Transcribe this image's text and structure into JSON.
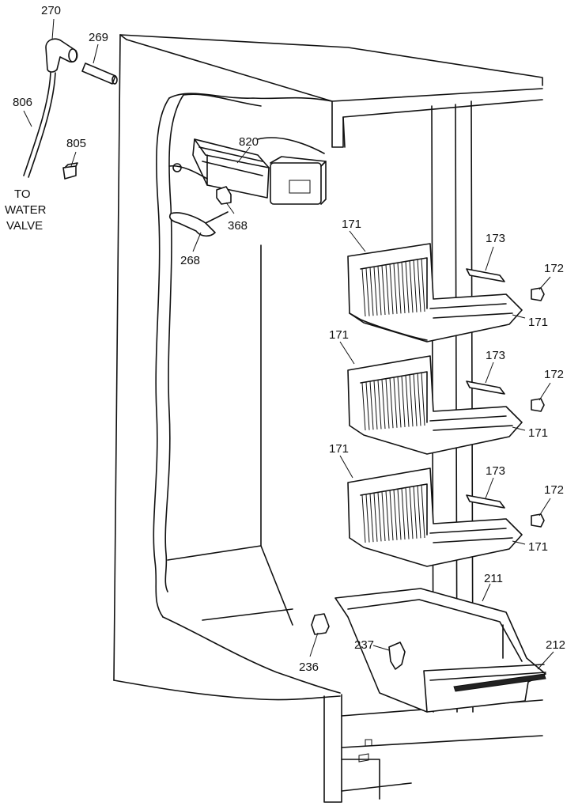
{
  "parts": {
    "p270": "270",
    "p269": "269",
    "p806": "806",
    "p805": "805",
    "p820": "820",
    "p368": "368",
    "p268": "268",
    "p171a": "171",
    "p171b": "171",
    "p171c": "171",
    "p171d": "171",
    "p171e": "171",
    "p171f": "171",
    "p173a": "173",
    "p173b": "173",
    "p173c": "173",
    "p172a": "172",
    "p172b": "172",
    "p172c": "172",
    "p211": "211",
    "p212": "212",
    "p236": "236",
    "p237": "237"
  },
  "note": {
    "line1": "TO",
    "line2": "WATER",
    "line3": "VALVE"
  }
}
